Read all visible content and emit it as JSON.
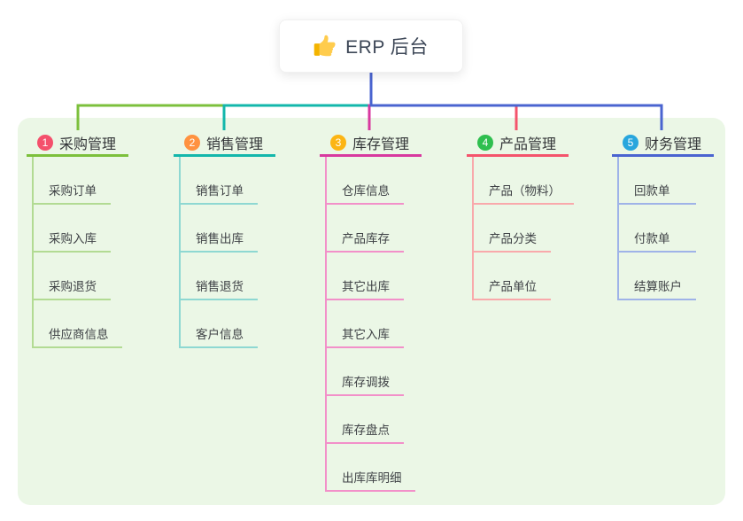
{
  "root": {
    "title": "ERP 后台",
    "icon": "thumbs-up-icon"
  },
  "colors": {
    "panel_bg": "#ebf7e6",
    "root_stub": "#4a64d0",
    "root_text": "#3d4757",
    "node_text": "#3f4246"
  },
  "branches": [
    {
      "num": "1",
      "label": "采购管理",
      "badge_color": "#f4506c",
      "line_color": "#7cc03c",
      "child_line_color": "#b2db93",
      "children": [
        "采购订单",
        "采购入库",
        "采购退货",
        "供应商信息"
      ]
    },
    {
      "num": "2",
      "label": "销售管理",
      "badge_color": "#ff9240",
      "line_color": "#13b7ab",
      "child_line_color": "#8ed8d2",
      "children": [
        "销售订单",
        "销售出库",
        "销售退货",
        "客户信息"
      ]
    },
    {
      "num": "3",
      "label": "库存管理",
      "badge_color": "#fcb514",
      "line_color": "#d8399f",
      "child_line_color": "#f290c9",
      "children": [
        "仓库信息",
        "产品库存",
        "其它出库",
        "其它入库",
        "库存调拨",
        "库存盘点",
        "出库库明细"
      ]
    },
    {
      "num": "4",
      "label": "产品管理",
      "badge_color": "#2fbf4f",
      "line_color": "#f4546c",
      "child_line_color": "#f9a9ab",
      "children": [
        "产品（物料）",
        "产品分类",
        "产品单位"
      ]
    },
    {
      "num": "5",
      "label": "财务管理",
      "badge_color": "#28a6dd",
      "line_color": "#4a64d0",
      "child_line_color": "#9fb3e8",
      "children": [
        "回款单",
        "付款单",
        "结算账户"
      ]
    }
  ]
}
